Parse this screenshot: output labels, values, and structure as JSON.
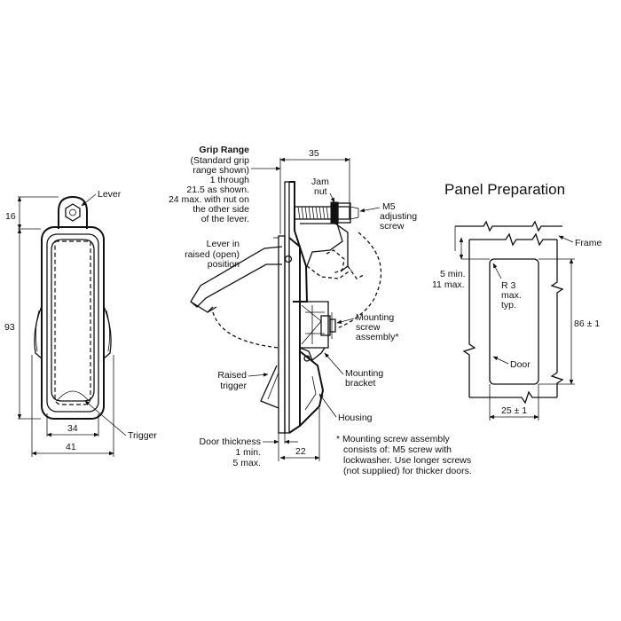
{
  "front_view": {
    "lever_label": "Lever",
    "trigger_label": "Trigger",
    "dim_top": "16",
    "dim_height": "93",
    "dim_inner_width": "34",
    "dim_outer_width": "41"
  },
  "side_view": {
    "grip_range_title": "Grip Range",
    "grip_range_lines": [
      "(Standard grip",
      "range shown)",
      "1 through",
      "21.5 as shown.",
      "24 max. with nut on",
      "the other side",
      "of the lever."
    ],
    "dim_35": "35",
    "jam_nut_lines": [
      "Jam",
      "nut"
    ],
    "m5_lines": [
      "M5",
      "adjusting",
      "screw"
    ],
    "lever_raised_lines": [
      "Lever in",
      "raised (open)",
      "position"
    ],
    "mounting_screw_lines": [
      "Mounting",
      "screw",
      "assembly*"
    ],
    "raised_trigger_lines": [
      "Raised",
      "trigger"
    ],
    "mounting_bracket_lines": [
      "Mounting",
      "bracket"
    ],
    "housing_label": "Housing",
    "door_thickness_lines": [
      "Door thickness",
      "1 min.",
      "5 max."
    ],
    "dim_22": "22",
    "footnote_lines": [
      "* Mounting screw assembly",
      "consists of: M5 screw with",
      "lockwasher. Use longer screws",
      "(not supplied) for thicker doors."
    ]
  },
  "panel": {
    "title": "Panel Preparation",
    "frame_label": "Frame",
    "clearance_lines": [
      "5 min.",
      "11 max."
    ],
    "radius_lines": [
      "R 3",
      "max.",
      "typ."
    ],
    "door_label": "Door",
    "dim_height": "86 ± 1",
    "dim_width": "25 ± 1"
  }
}
